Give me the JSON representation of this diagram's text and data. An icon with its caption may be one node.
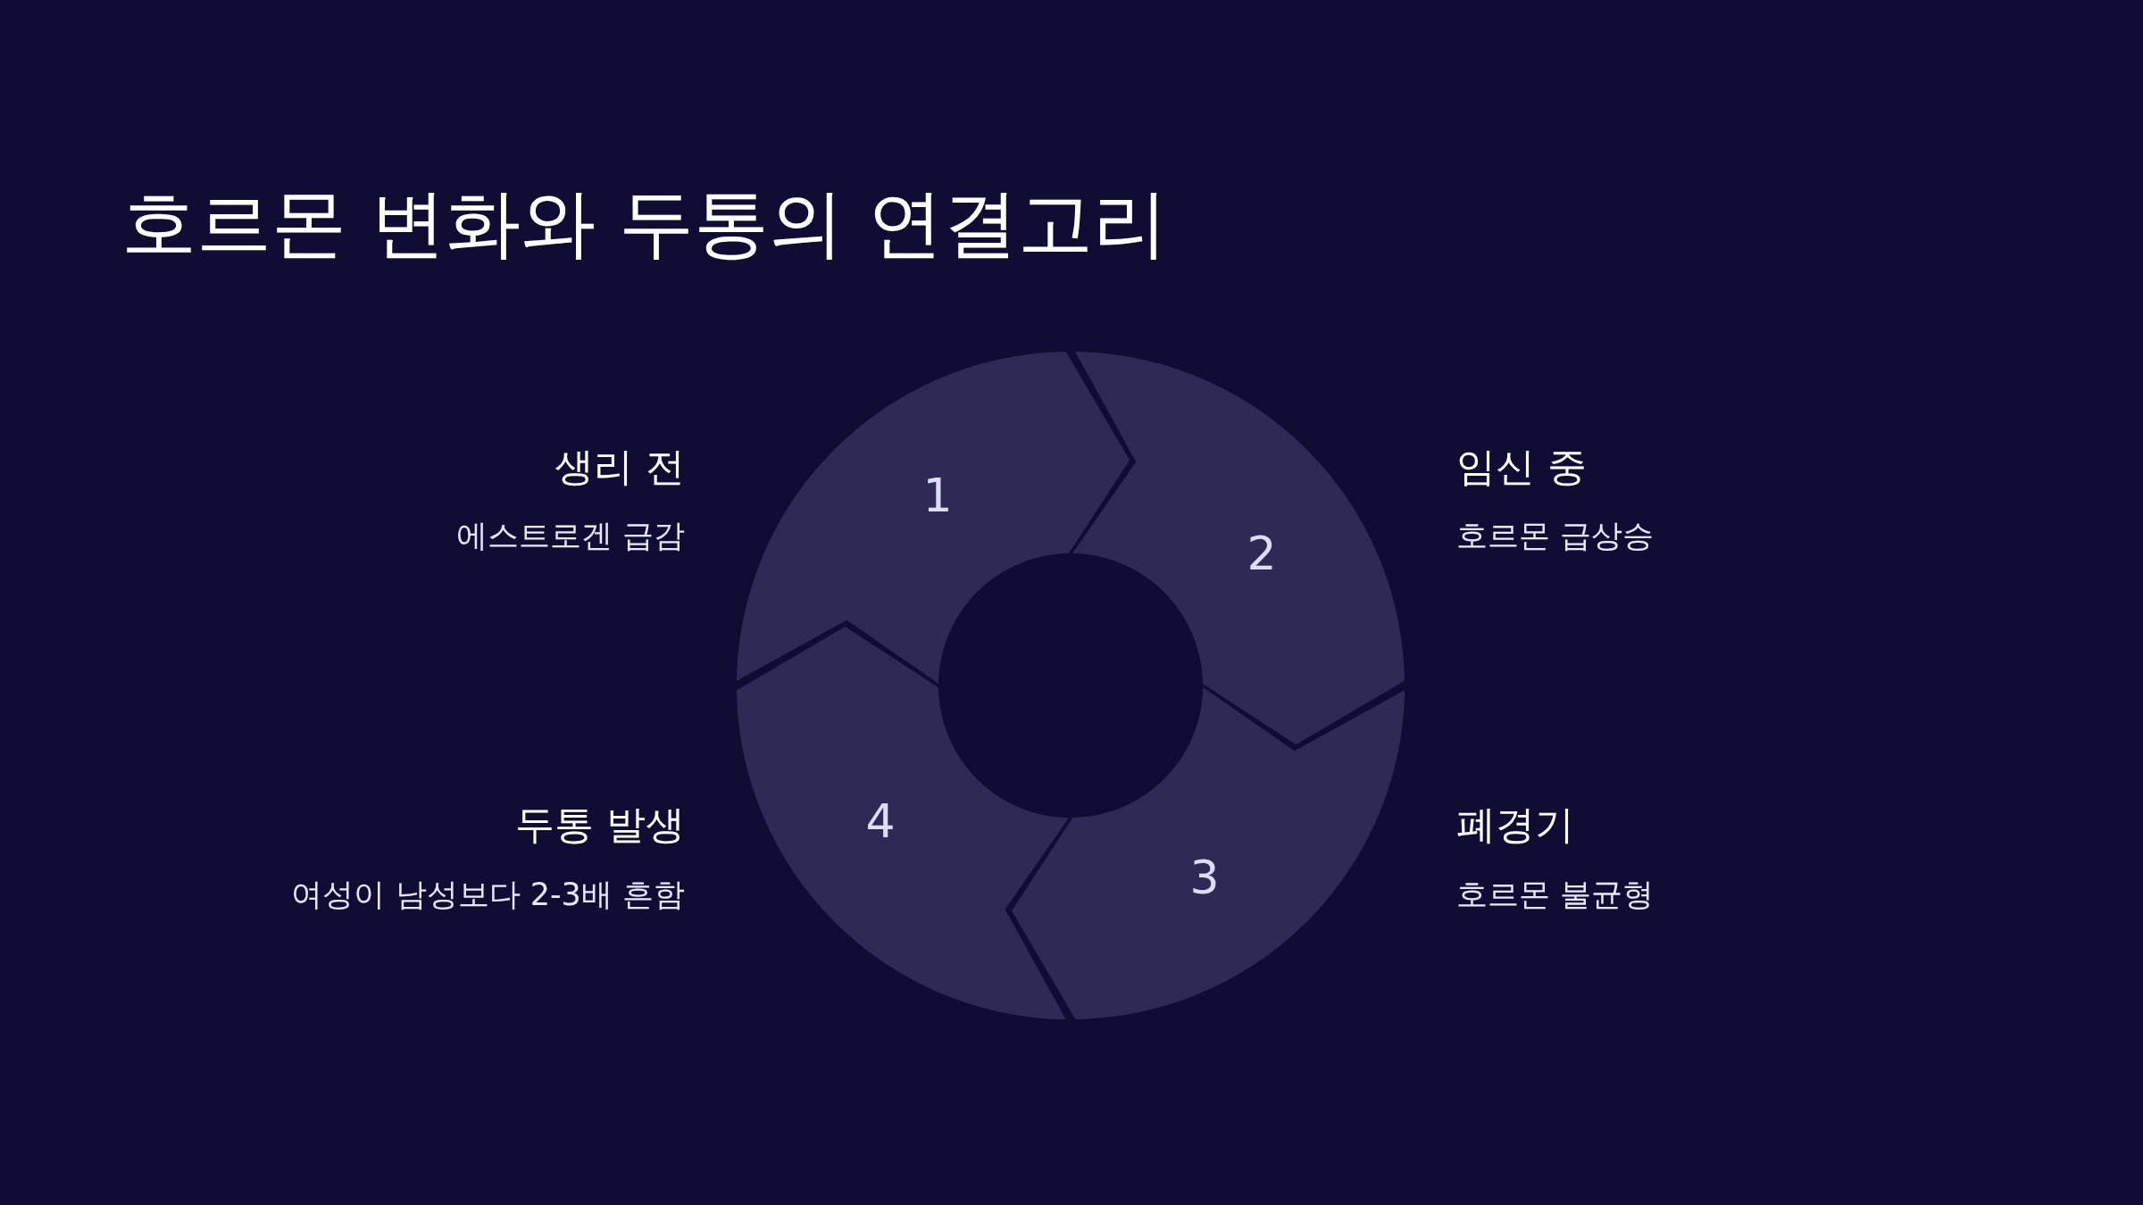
{
  "diagram": {
    "title": "호르몬 변화와 두통의 연결고리",
    "nodes": [
      {
        "text": [
          "1"
        ],
        "beside": [
          "생리 전",
          "에스트로겐 급감"
        ]
      },
      {
        "text": [
          "2"
        ],
        "beside": [
          "임신 중",
          "호르몬 급상승"
        ]
      },
      {
        "text": [
          "3"
        ],
        "beside": [
          "폐경기",
          "호르몬 불균형"
        ]
      },
      {
        "text": [
          "4"
        ],
        "beside": [
          "두통 발생",
          "여성이 남성보다 2-3배 흔함"
        ]
      }
    ]
  }
}
